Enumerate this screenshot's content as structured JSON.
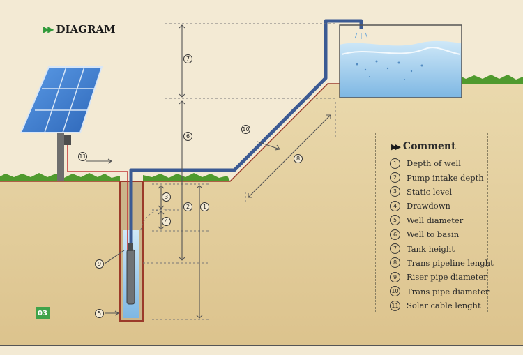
{
  "header": {
    "title": "DIAGRAM",
    "chevron_icon": "double-chevron-right-icon"
  },
  "legend": {
    "title": "Comment",
    "items": [
      {
        "num": "1",
        "label": "Depth of well"
      },
      {
        "num": "2",
        "label": "Pump intake depth"
      },
      {
        "num": "3",
        "label": "Static level"
      },
      {
        "num": "4",
        "label": "Drawdown"
      },
      {
        "num": "5",
        "label": "Well diameter"
      },
      {
        "num": "6",
        "label": "Well to basin"
      },
      {
        "num": "7",
        "label": "Tank height"
      },
      {
        "num": "8",
        "label": "Trans pipeline lenght"
      },
      {
        "num": "9",
        "label": "Riser pipe diameter"
      },
      {
        "num": "10",
        "label": "Trans pipe diameter"
      },
      {
        "num": "11",
        "label": "Solar cable lenght"
      }
    ]
  },
  "page_badge": "03",
  "markers": {
    "m1": "1",
    "m2": "2",
    "m3": "3",
    "m4": "4",
    "m5": "5",
    "m6": "6",
    "m7": "7",
    "m8": "8",
    "m9": "9",
    "m10": "10",
    "m11": "11"
  },
  "colors": {
    "sky": "#f3ead4",
    "soil": "#e6d2a3",
    "grass": "#4f9a2e",
    "pipe": "#3b5a93",
    "cable": "#c23a3a",
    "water": "#9fcbeb",
    "panel": "#3d7fd0",
    "accent_green": "#3fa34a"
  }
}
